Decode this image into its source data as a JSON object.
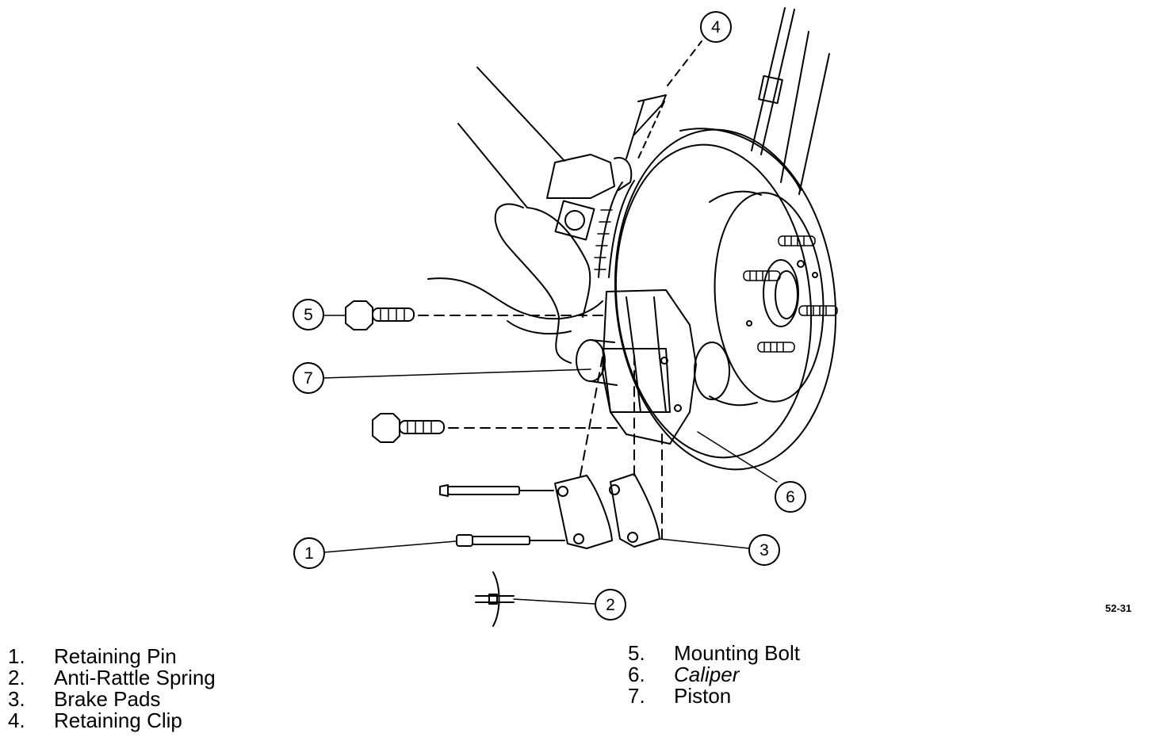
{
  "figure_code": "52-31",
  "callouts": [
    "1",
    "2",
    "3",
    "4",
    "5",
    "6",
    "7"
  ],
  "legend": [
    {
      "num": "1.",
      "label": "Retaining Pin"
    },
    {
      "num": "2.",
      "label": "Anti-Rattle Spring"
    },
    {
      "num": "3.",
      "label": "Brake Pads"
    },
    {
      "num": "4.",
      "label": "Retaining Clip"
    },
    {
      "num": "5.",
      "label": "Mounting Bolt"
    },
    {
      "num": "6.",
      "label": "Caliper"
    },
    {
      "num": "7.",
      "label": "Piston"
    }
  ]
}
